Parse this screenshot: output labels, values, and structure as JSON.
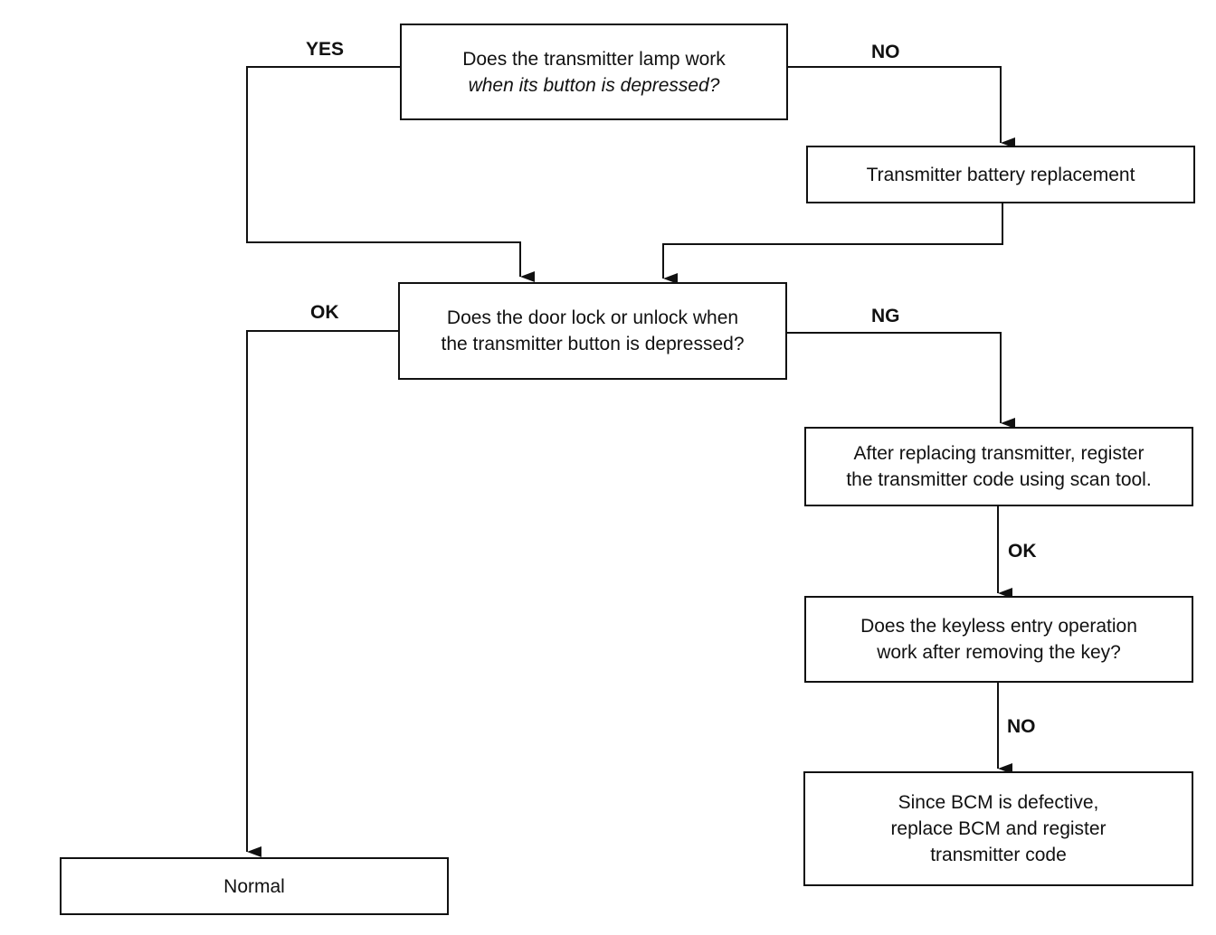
{
  "flowchart": {
    "q1": {
      "line1": "Does the transmitter lamp work",
      "line2": "when its button is depressed?"
    },
    "battery": {
      "line1": "Transmitter battery replacement"
    },
    "q2": {
      "line1": "Does the door lock or unlock when",
      "line2": "the transmitter button is depressed?"
    },
    "replace": {
      "line1": "After replacing transmitter, register",
      "line2": "the transmitter code using scan tool."
    },
    "q3": {
      "line1": "Does the keyless entry operation",
      "line2": "work after removing the key?"
    },
    "bcm": {
      "line1": "Since BCM is defective,",
      "line2": "replace BCM and register",
      "line3": "transmitter code"
    },
    "normal": {
      "line1": "Normal"
    },
    "labels": {
      "yes": "YES",
      "no1": "NO",
      "ok1": "OK",
      "ng": "NG",
      "ok2": "OK",
      "no2": "NO"
    }
  }
}
